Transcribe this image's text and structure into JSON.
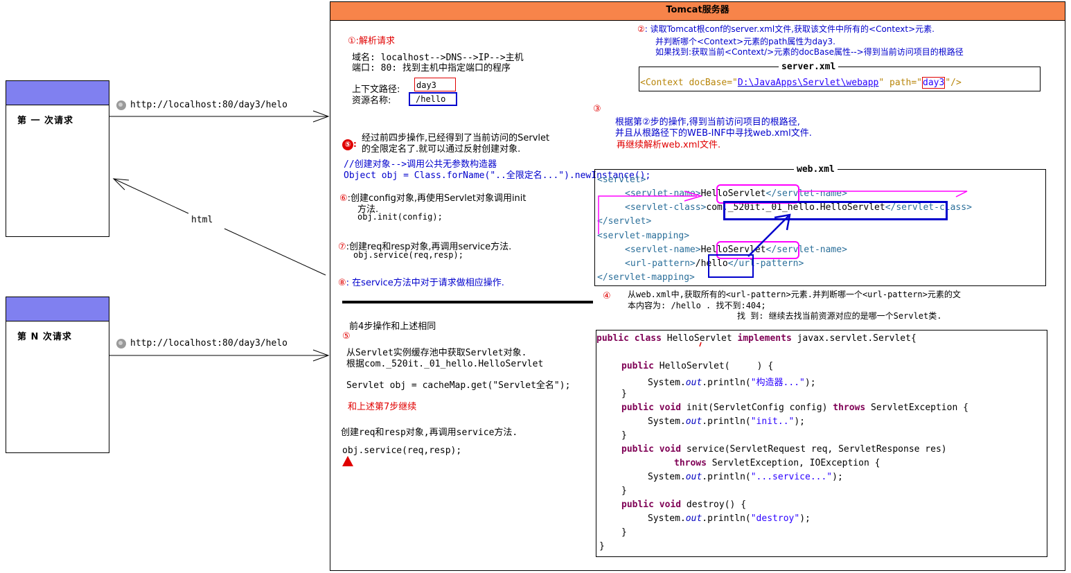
{
  "server_header": "Tomcat服务器",
  "clients": [
    {
      "title": "第 一 次请求",
      "url": "http://localhost:80/day3/helo"
    },
    {
      "title": "第 N 次请求",
      "url": "http://localhost:80/day3/helo"
    }
  ],
  "html_label": "html",
  "step1": {
    "num": "①",
    "title": ":解析请求",
    "domain_line": "域名:  localhost-->DNS-->IP-->主机",
    "port_line": "端口:  80: 找到主机中指定端口的程序",
    "context_label": "上下文路径:",
    "context_value": "day3",
    "resource_label": "资源名称:",
    "resource_value": "/hello"
  },
  "step2": {
    "num": "②",
    "lines": [
      ": 读取Tomcat根conf的server.xml文件,获取该文件中所有的<Context>元素.",
      "并判断哪个<Context>元素的path属性为day3.",
      "如果找到:获取当前<Context/>元素的docBase属性-->得到当前访问项目的根路径"
    ]
  },
  "server_xml": {
    "label": "server.xml",
    "tag_open": "<Context docBase=\"",
    "docbase": "D:\\JavaApps\\Servlet\\webapp",
    "path_attr": "\" path=\"",
    "path_value": "day3",
    "tag_close": "\"/>"
  },
  "step3": {
    "num": "③",
    "lines": [
      "根据第②步的操作,得到当前访问项目的根路径,",
      "并且从根路径下的WEB-INF中寻找web.xml文件."
    ],
    "red_line": "再继续解析web.xml文件."
  },
  "web_xml": {
    "label": "web.xml",
    "servlet_open": "<servlet>",
    "servlet_name_open": "<servlet-name>",
    "servlet_name": "HelloServlet",
    "servlet_name_close": "</servlet-name>",
    "servlet_class_open": "<servlet-class>",
    "servlet_class": "com._520it._01_hello.HelloServlet",
    "servlet_class_close": "</servlet-class>",
    "servlet_close": "</servlet>",
    "mapping_open": "<servlet-mapping>",
    "mapping_name": "HelloServlet",
    "url_open": "<url-pattern>",
    "url_value": "/hello",
    "url_close": "</url-pattern>",
    "mapping_close": "</servlet-mapping>"
  },
  "step4": {
    "num": "④",
    "lines": [
      "从web.xml中,获取所有的<url-pattern>元素.并判断哪一个<url-pattern>元素的文",
      "本内容为: /hello .  找不到:404;",
      "找  到: 继续去找当前资源对应的是哪一个Servlet类."
    ]
  },
  "step5": {
    "num": "⑤",
    "lines": [
      "经过前四步操作,已经得到了当前访问的Servlet",
      "的全限定名了.就可以通过反射创建对象."
    ],
    "comment": "//创建对象-->调用公共无参数构造器",
    "code": "Object obj = Class.forName(\"..全限定名...\").newInstance();"
  },
  "step6": {
    "num": "⑥",
    "lines": [
      ":创建config对象,再使用Servlet对象调用init",
      "方法."
    ],
    "code": "obj.init(config);"
  },
  "step7": {
    "num": "⑦",
    "line": ":创建req和resp对象,再调用service方法.",
    "code": "obj.service(req,resp);"
  },
  "step8": {
    "num": "⑧",
    "line": ": 在service方法中对于请求做相应操作."
  },
  "second": {
    "intro": "前4步操作和上述相同",
    "num": "⑤",
    "lines": [
      "从Servlet实例缓存池中获取Servlet对象.",
      "根据com._520it._01_hello.HelloServlet"
    ],
    "code": "Servlet obj = cacheMap.get(\"Servlet全名\");",
    "continue_red": "和上述第7步继续",
    "req_line": "创建req和resp对象,再调用service方法.",
    "call": "obj.service(req,resp);"
  },
  "java_code": {
    "lines": [
      "public class HelloServlet implements javax.servlet.Servlet{",
      "",
      "    public HelloServlet(     ) {",
      "        System.out.println(\"构造器...\");",
      "    }",
      "    public void init(ServletConfig config) throws ServletException {",
      "        System.out.println(\"init..\");",
      "    }",
      "    public void service(ServletRequest req, ServletResponse res)",
      "            throws ServletException, IOException {",
      "        System.out.println(\"...service...\");",
      "    }",
      "    public void destroy() {",
      "        System.out.println(\"destroy\");",
      "    }",
      "}"
    ]
  },
  "colors": {
    "header": "#f7844a",
    "client_head": "#8080f0",
    "red": "#e00000",
    "blue": "#0000cc",
    "magenta": "#ff00ff"
  }
}
